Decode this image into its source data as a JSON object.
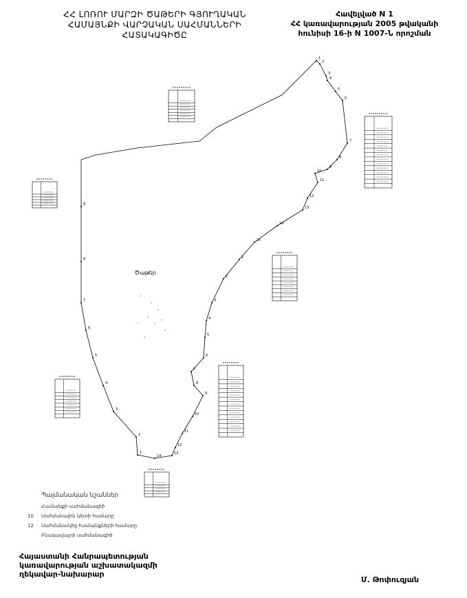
{
  "header": {
    "title_lines": [
      "ՀՀ ԼՈՌՈՒ ՄԱՐԶԻ ԾԱԹԵՐԻ ԳՅՈՒՂԱԿԱՆ",
      "ՀԱՄԱՅՆՔԻ ՎԱՐՉԱԿԱՆ ՍԱՀՄԱՆՆԵՐԻ",
      "ՀԱՏԱԿԱԳԻԾԸ"
    ],
    "annex_lines": [
      "Հավելված N 1",
      "ՀՀ կառավարության 2005 թվականի",
      "հունիսի 16-ի N 1007-Ն որոշման"
    ]
  },
  "map": {
    "settlement_label": "Ծաթեր",
    "point_labels": [
      "1",
      "2",
      "3",
      "4",
      "5",
      "6",
      "7",
      "8",
      "9",
      "10",
      "11",
      "12",
      "13",
      "14",
      "15",
      "1",
      "2",
      "3",
      "4",
      "5",
      "6",
      "7",
      "8",
      "9",
      "10",
      "11",
      "12",
      "13",
      "14",
      "1",
      "2",
      "3",
      "4",
      "5",
      "6",
      "7",
      "8",
      "9"
    ],
    "line_color": "#000000"
  },
  "legend": {
    "title": "Պայմանական նշաններ",
    "items": [
      {
        "num": "",
        "text": "Համայնքի սահմանագիծ"
      },
      {
        "num": "10",
        "text": "Սահմանային կետի համարը"
      },
      {
        "num": "12",
        "text": "Սահմանակից համայնքների համարը"
      },
      {
        "num": "",
        "text": "Բնակավայրի սահմանագիծ"
      }
    ]
  },
  "signature": {
    "position_lines": [
      "Հայաստանի Հանրապետության",
      "կառավարության աշխատակազմի",
      "ղեկավար-նախարար"
    ],
    "name": "Մ. Թոփուզյան"
  }
}
